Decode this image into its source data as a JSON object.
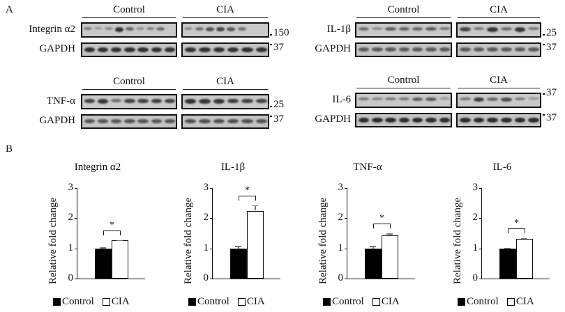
{
  "panel_a": {
    "letter": "A",
    "groups": [
      "Control",
      "CIA"
    ],
    "blots": [
      {
        "id": "integrin",
        "target": "Integrin α2",
        "loading": "GAPDH",
        "target_mw": "150",
        "loading_mw": "37"
      },
      {
        "id": "il1b",
        "target": "IL-1β",
        "loading": "GAPDH",
        "target_mw": "25",
        "loading_mw": "37"
      },
      {
        "id": "tnfa",
        "target": "TNF-α",
        "loading": "GAPDH",
        "target_mw": "25",
        "loading_mw": "37"
      },
      {
        "id": "il6",
        "target": "IL-6",
        "loading": "GAPDH",
        "target_mw": "37",
        "loading_mw": "37"
      }
    ]
  },
  "panel_b": {
    "letter": "B",
    "legend": {
      "control": "Control",
      "cia": "CIA"
    },
    "colors": {
      "control": "#000000",
      "cia": "#ffffff"
    }
  },
  "chart_data": [
    {
      "type": "bar",
      "title": "Integrin α2",
      "categories": [
        "Control",
        "CIA"
      ],
      "series": [
        {
          "name": "Relative fold change",
          "values": [
            1.0,
            1.26
          ],
          "errors": [
            0.03,
            0.02
          ]
        }
      ],
      "xlabel": "",
      "ylabel": "Relative fold change",
      "ylim": [
        0,
        3
      ],
      "yticks": [
        0,
        1,
        2,
        3
      ],
      "annotations": [
        {
          "text": "*",
          "between": [
            "Control",
            "CIA"
          ]
        }
      ],
      "legend": [
        "Control",
        "CIA"
      ],
      "legend_position": "bottom",
      "grid": false
    },
    {
      "type": "bar",
      "title": "IL-1β",
      "categories": [
        "Control",
        "CIA"
      ],
      "series": [
        {
          "name": "Relative fold change",
          "values": [
            1.0,
            2.25
          ],
          "errors": [
            0.08,
            0.18
          ]
        }
      ],
      "xlabel": "",
      "ylabel": "Relative fold change",
      "ylim": [
        0,
        3
      ],
      "yticks": [
        0,
        1,
        2,
        3
      ],
      "annotations": [
        {
          "text": "*",
          "between": [
            "Control",
            "CIA"
          ]
        }
      ],
      "legend": [
        "Control",
        "CIA"
      ],
      "legend_position": "bottom",
      "grid": false
    },
    {
      "type": "bar",
      "title": "TNF-α",
      "categories": [
        "Control",
        "CIA"
      ],
      "series": [
        {
          "name": "Relative fold change",
          "values": [
            1.0,
            1.42
          ],
          "errors": [
            0.08,
            0.07
          ]
        }
      ],
      "xlabel": "",
      "ylabel": "Relative fold change",
      "ylim": [
        0,
        3
      ],
      "yticks": [
        0,
        1,
        2,
        3
      ],
      "annotations": [
        {
          "text": "*",
          "between": [
            "Control",
            "CIA"
          ]
        }
      ],
      "legend": [
        "Control",
        "CIA"
      ],
      "legend_position": "bottom",
      "grid": false
    },
    {
      "type": "bar",
      "title": "IL-6",
      "categories": [
        "Control",
        "CIA"
      ],
      "series": [
        {
          "name": "Relative fold change",
          "values": [
            1.0,
            1.32
          ],
          "errors": [
            0.02,
            0.03
          ]
        }
      ],
      "xlabel": "",
      "ylabel": "Relative fold change",
      "ylim": [
        0,
        3
      ],
      "yticks": [
        0,
        1,
        2,
        3
      ],
      "annotations": [
        {
          "text": "*",
          "between": [
            "Control",
            "CIA"
          ]
        }
      ],
      "legend": [
        "Control",
        "CIA"
      ],
      "legend_position": "bottom",
      "grid": false
    }
  ]
}
